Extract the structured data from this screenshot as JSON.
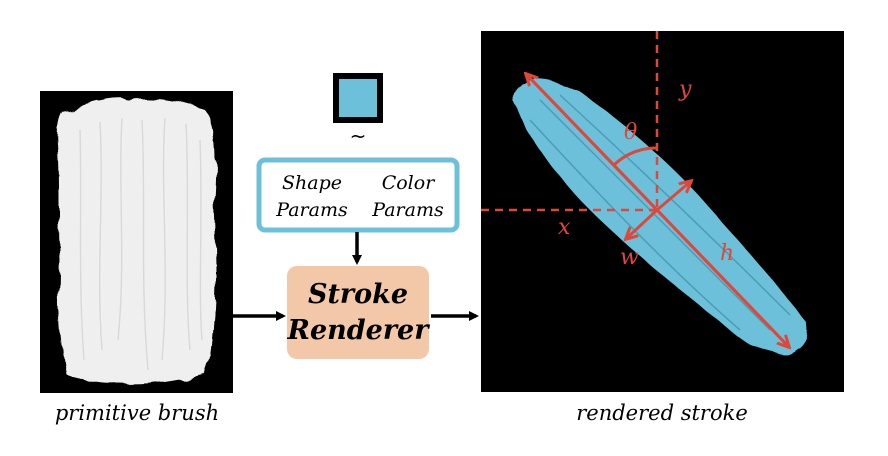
{
  "colors": {
    "brush_bg": "#000000",
    "brush_fill": "#f1f1f1",
    "stroke_color": "#6cc0d9",
    "param_box_border": "#6cc0d9",
    "renderer_fill": "#f3c8a8",
    "annotation_red": "#e0473a",
    "arrow_black": "#000000"
  },
  "color_swatch": {
    "fill": "#6cc0d9",
    "tilde": "~"
  },
  "params_box": {
    "shape_line1": "Shape",
    "shape_line2": "Params",
    "color_line1": "Color",
    "color_line2": "Params"
  },
  "renderer": {
    "line1": "Stroke",
    "line2": "Renderer"
  },
  "captions": {
    "left": "primitive brush",
    "right": "rendered stroke"
  },
  "stroke_params": {
    "x": "x",
    "y": "y",
    "w": "w",
    "h": "h",
    "theta": "θ"
  }
}
